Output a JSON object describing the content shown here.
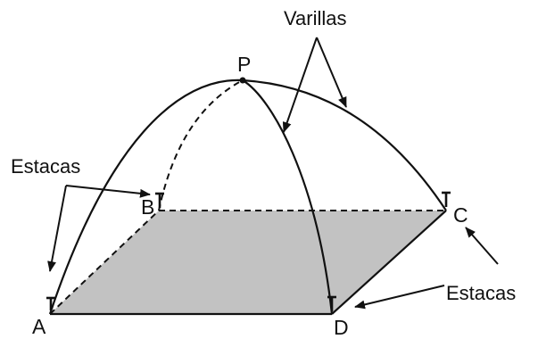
{
  "labels": {
    "varillas": "Varillas",
    "estacas_left": "Estacas",
    "estacas_right": "Estacas"
  },
  "points": {
    "P": "P",
    "A": "A",
    "B": "B",
    "C": "C",
    "D": "D"
  },
  "colors": {
    "stroke": "#111111",
    "base_fill": "#c2c2c2",
    "background": "#ffffff"
  },
  "icons": {
    "stake": "t-shaped-stake-icon",
    "arrow": "arrow-icon"
  }
}
